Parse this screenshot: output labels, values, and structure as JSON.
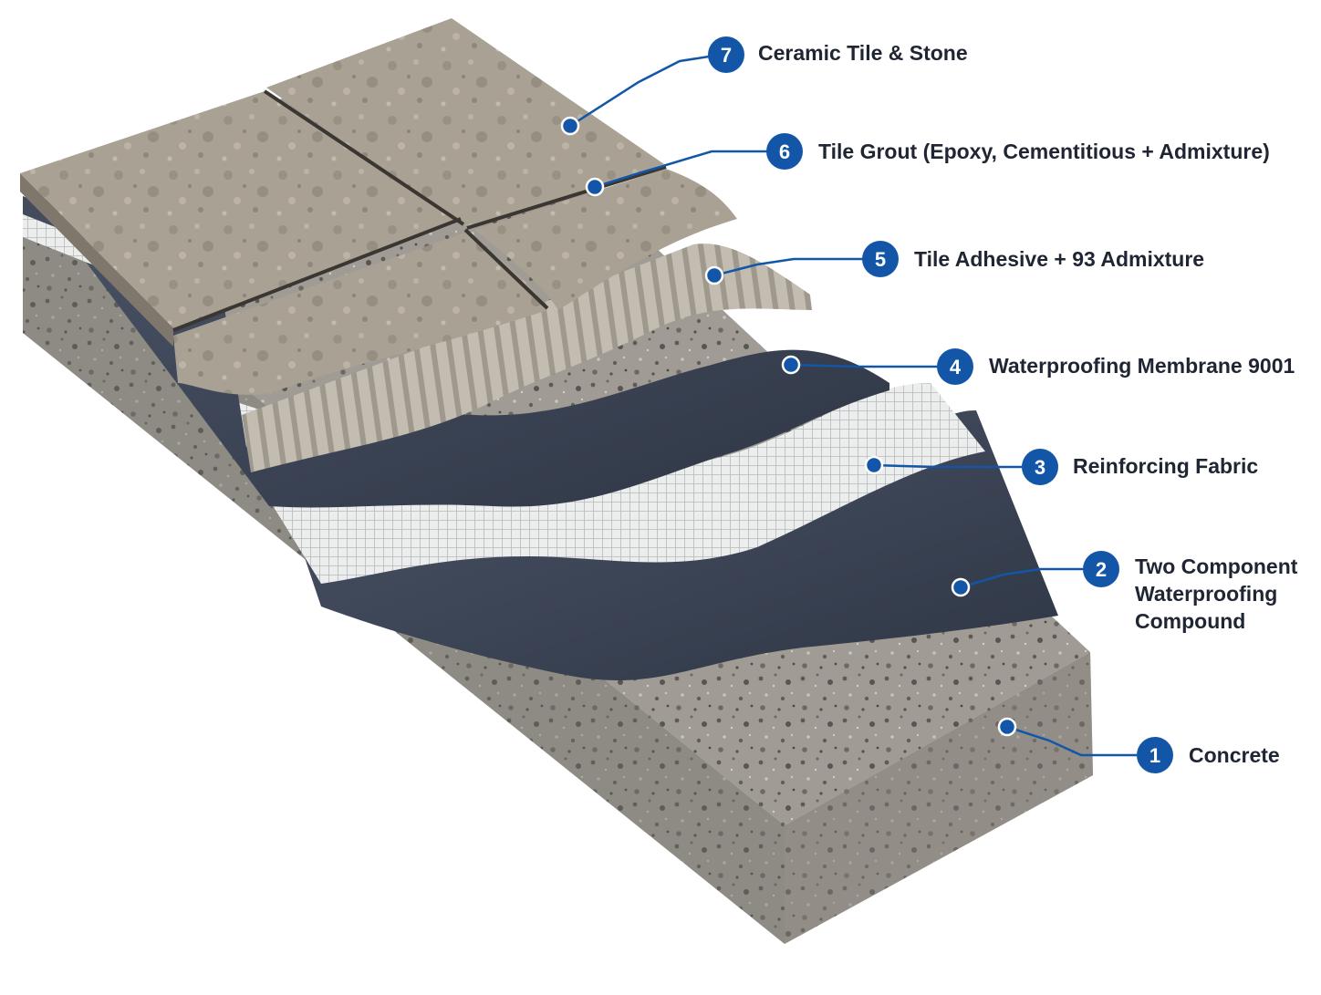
{
  "colors": {
    "accent": "#1356a8",
    "text": "#1f2533",
    "stone": "#a99f93",
    "membrane": "#3f4859",
    "fabric": "#e9eaeb",
    "concrete": "#9a9690"
  },
  "layers": [
    {
      "number": "1",
      "name": "Concrete",
      "lines": [
        "Concrete"
      ]
    },
    {
      "number": "2",
      "name": "Two Component Waterproofing Compound",
      "lines": [
        "Two Component",
        "Waterproofing",
        "Compound"
      ]
    },
    {
      "number": "3",
      "name": "Reinforcing Fabric",
      "lines": [
        "Reinforcing Fabric"
      ]
    },
    {
      "number": "4",
      "name": "Waterproofing Membrane 9001",
      "lines": [
        "Waterproofing Membrane 9001"
      ]
    },
    {
      "number": "5",
      "name": "Tile Adhesive + 93 Admixture",
      "lines": [
        "Tile Adhesive + 93 Admixture"
      ]
    },
    {
      "number": "6",
      "name": "Tile Grout (Epoxy, Cementitious + Admixture)",
      "lines": [
        "Tile Grout (Epoxy, Cementitious + Admixture)"
      ]
    },
    {
      "number": "7",
      "name": "Ceramic Tile & Stone",
      "lines": [
        "Ceramic Tile & Stone"
      ]
    }
  ]
}
